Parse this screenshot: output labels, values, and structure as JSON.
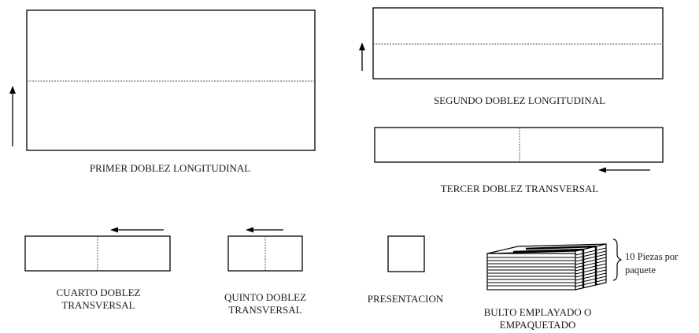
{
  "steps": [
    {
      "id": "primer",
      "label": "PRIMER DOBLEZ LONGITUDINAL"
    },
    {
      "id": "segundo",
      "label": "SEGUNDO DOBLEZ LONGITUDINAL"
    },
    {
      "id": "tercer",
      "label": "TERCER DOBLEZ TRANSVERSAL"
    },
    {
      "id": "cuarto",
      "label_line1": "CUARTO DOBLEZ",
      "label_line2": "TRANSVERSAL"
    },
    {
      "id": "quinto",
      "label_line1": "QUINTO DOBLEZ",
      "label_line2": "TRANSVERSAL"
    },
    {
      "id": "presentacion",
      "label": "PRESENTACION"
    },
    {
      "id": "bulto",
      "label_line1": "BULTO EMPLAYADO O",
      "label_line2": "EMPAQUETADO"
    }
  ],
  "bundle_note": {
    "line1": "10 Piezas por",
    "line2": "paquete"
  },
  "colors": {
    "stroke": "#000000",
    "fold_line": "#555555",
    "text": "#1a1a1a"
  }
}
